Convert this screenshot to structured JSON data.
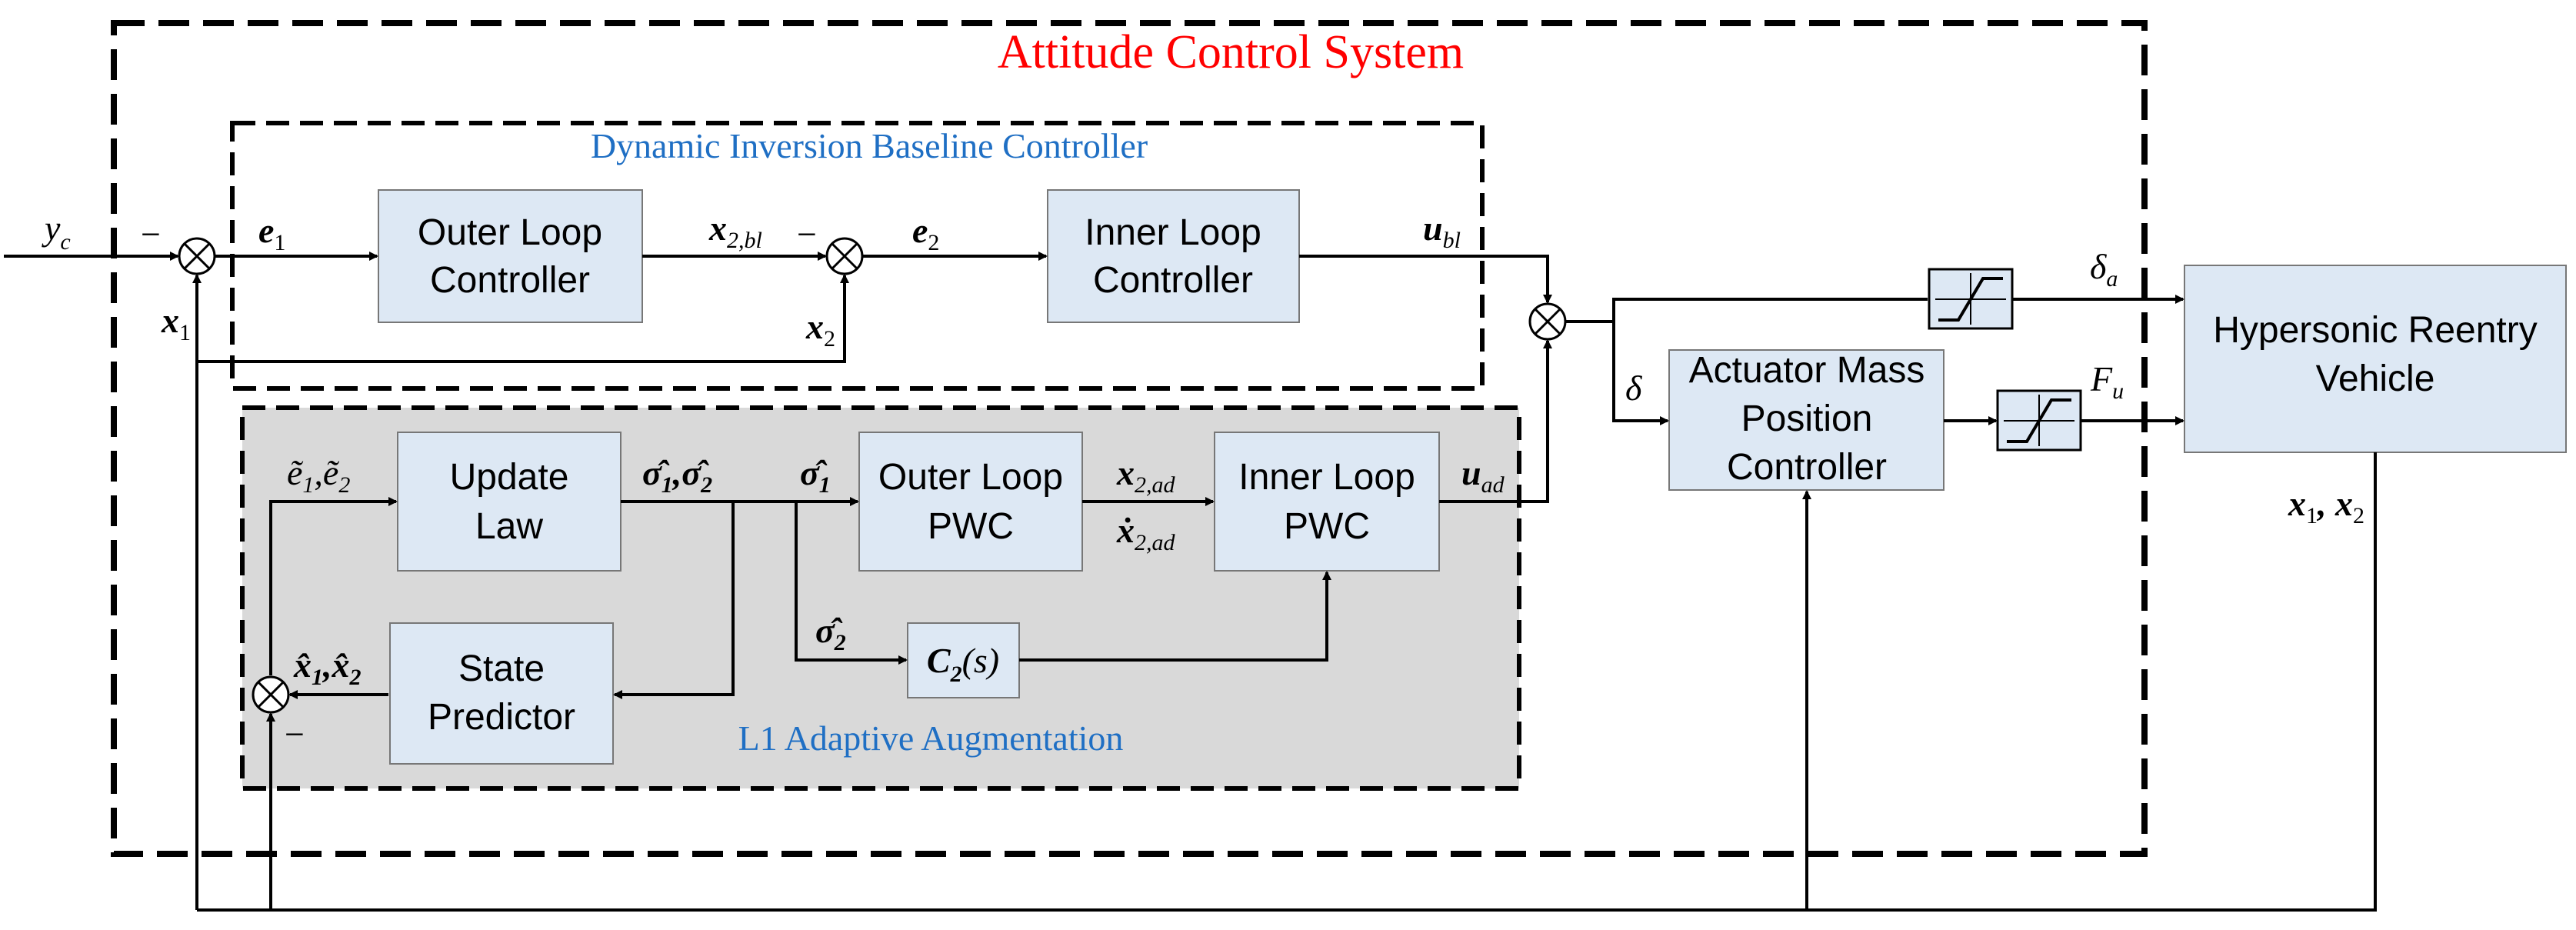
{
  "colors": {
    "title_red": "#ff0000",
    "subtitle_blue": "#1f6fc4",
    "block_fill": "#dde8f4",
    "adaptive_fill": "#d9d9d9",
    "line": "#000000"
  },
  "titles": {
    "system": "Attitude Control System",
    "baseline": "Dynamic Inversion Baseline Controller",
    "adaptive": "L1 Adaptive Augmentation"
  },
  "blocks": {
    "outer_loop": [
      "Outer Loop",
      "Controller"
    ],
    "inner_loop": [
      "Inner Loop",
      "Controller"
    ],
    "update_law": [
      "Update",
      "Law"
    ],
    "state_predictor": [
      "State",
      "Predictor"
    ],
    "outer_pwc": [
      "Outer Loop",
      "PWC"
    ],
    "inner_pwc": [
      "Inner Loop",
      "PWC"
    ],
    "c2": "C",
    "c2_sub": "2",
    "c2_arg": "(s)",
    "actuator": [
      "Actuator Mass",
      "Position",
      "Controller"
    ],
    "vehicle": [
      "Hypersonic Reentry",
      "Vehicle"
    ]
  },
  "signals": {
    "yc": "y",
    "yc_sub": "c",
    "minus": "−",
    "e1": "e",
    "e1_sub": "1",
    "x1": "x",
    "x1_sub": "1",
    "x2bl": "x",
    "x2bl_sub": "2,bl",
    "e2": "e",
    "e2_sub": "2",
    "x2": "x",
    "x2_sub": "2",
    "ubl": "u",
    "ubl_sub": "bl",
    "uad": "u",
    "uad_sub": "ad",
    "etilde": "ẽ",
    "etilde_sub1": "1",
    "etilde_comma": ",ẽ",
    "etilde_sub2": "2",
    "sigmahat_pair": "σ̂",
    "sigmahat_pair_sub1": "1",
    "sigmahat_pair_mid": ",σ̂",
    "sigmahat_pair_sub2": "2",
    "sigma1": "σ̂",
    "sigma1_sub": "1",
    "sigma2": "σ̂",
    "sigma2_sub": "2",
    "x2ad": "x",
    "x2ad_sub": "2,ad",
    "x2ad_dot": "ẋ",
    "x2ad_dot_sub": "2,ad",
    "xhat": "x̂",
    "xhat_sub1": "1",
    "xhat_mid": ",x̂",
    "xhat_sub2": "2",
    "delta_a": "δ",
    "delta_a_sub": "a",
    "delta": "δ",
    "fu": "F",
    "fu_sub": "u",
    "x1x2": "x",
    "x1x2_sub1": "1",
    "x1x2_mid": ", x",
    "x1x2_sub2": "2"
  }
}
